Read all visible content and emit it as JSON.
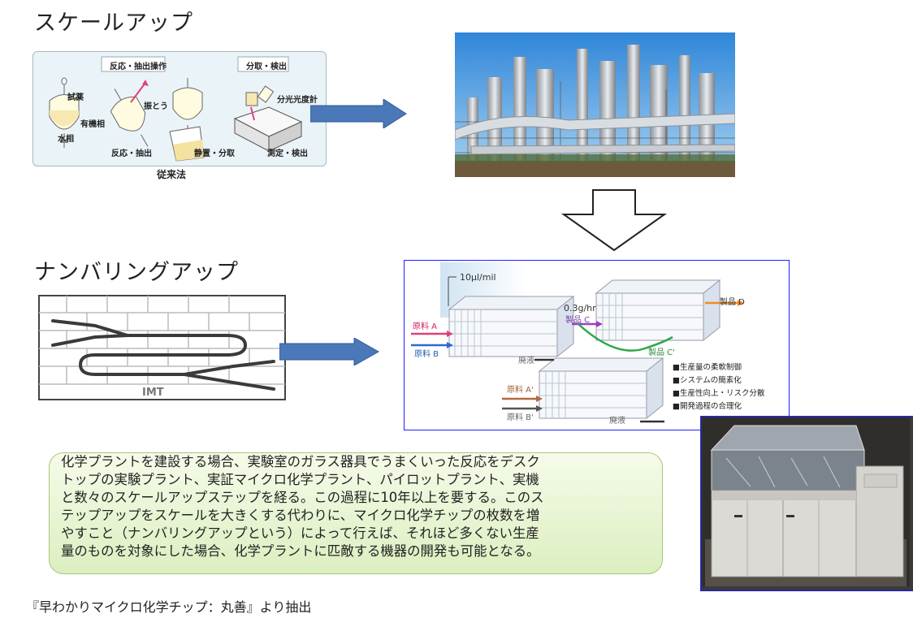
{
  "headings": {
    "scale_up": "スケールアップ",
    "numbering_up": "ナンバリングアップ"
  },
  "lab_panel": {
    "group_reaction": "反応・抽出操作",
    "group_measure": "分取・検出",
    "reagent": "試薬",
    "organic_phase": "有機相",
    "water_phase": "水相",
    "shake": "振とう",
    "reaction_extraction": "反応・抽出",
    "settle_separate": "静置・分取",
    "spectrophotometer": "分光光度計",
    "measure_detect": "測定・検出",
    "caption": "従来法"
  },
  "imt_label": "IMT",
  "micro_diagram": {
    "flow_rate_1": "10μl/mil",
    "flow_rate_2": "0.3g/hr",
    "raw_a": "原料 A",
    "raw_b": "原料 B",
    "raw_a2": "原料 A'",
    "raw_b2": "原料 B'",
    "product_c": "製品 C",
    "product_c2": "製品 C'",
    "product_d": "製品 D",
    "waste_1": "廃液",
    "waste_2": "廃液",
    "benefits": [
      "■生産量の柔軟制御",
      "■システムの簡素化",
      "■生産性向上・リスク分散",
      "■開発過程の合理化"
    ]
  },
  "callout_lines": [
    "化学プラントを建設する場合、実験室のガラス器具でうまくいった反応をデスク",
    "トップの実験プラント、実証マイクロ化学プラント、パイロットプラント、実機",
    "と数々のスケールアップステップを経る。この過程に10年以上を要する。このス",
    "テップアップをスケールを大きくする代わりに、マイクロ化学チップの枚数を増",
    "やすこと（ナンバリングアップという）によって行えば、それほど多くない生産",
    "量のものを対象にした場合、化学プラントに匹敵する機器の開発も可能となる。"
  ],
  "source": "『早わかりマイクロ化学チップ：丸善』より抽出",
  "colors": {
    "arrow_fill": "#4a78b8",
    "callout_border": "#a8c77a",
    "frame_blue": "#2020ff",
    "machine_frame": "#2a2aa0"
  },
  "icons": [
    "right-arrow",
    "down-arrow",
    "separatory-funnel-icon",
    "spectrophotometer-icon"
  ]
}
